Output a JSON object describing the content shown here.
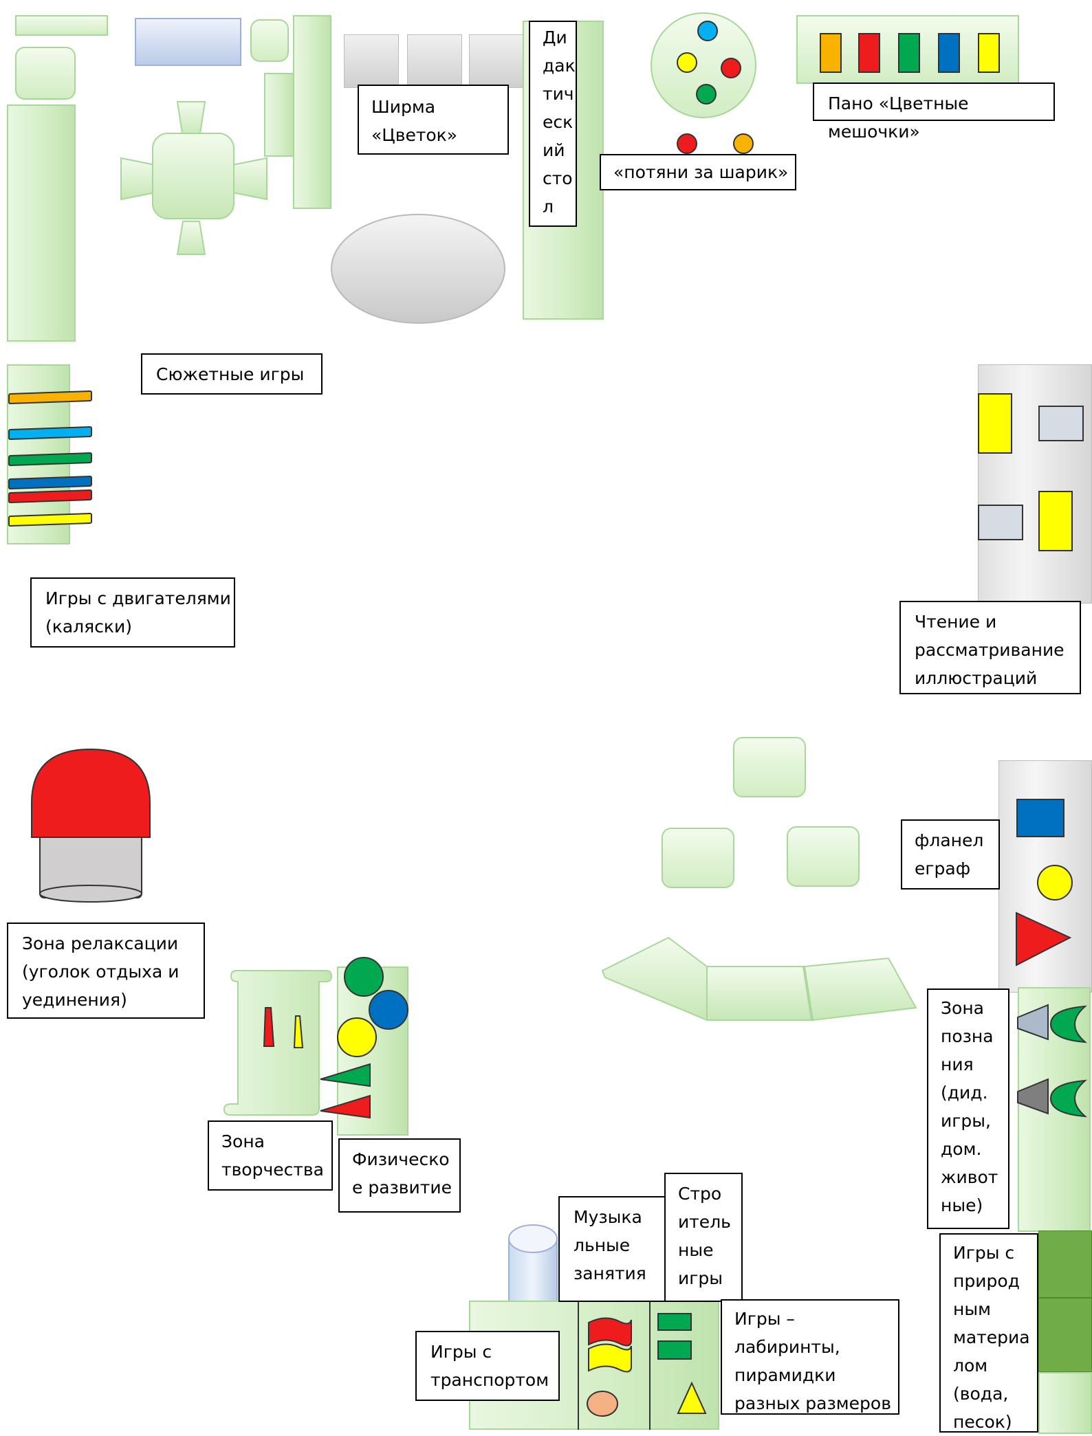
{
  "labels": {
    "shirma": "Ширма\n«Цветок»",
    "didactic_table": "Ди\nдак\nтич\nеск\nий\nсто\nл",
    "pull_ball": "«потяни за шарик»",
    "pano": "Пано «Цветные мешочки»",
    "plot_games": "Сюжетные игры",
    "motor_games": "Игры с двигателями\n(каляски)",
    "reading": "Чтение и\nрассматривание\nиллюстраций",
    "relaxation": "Зона релаксации\n(уголок отдыха и\nуединения)",
    "flannelgraph": "фланел\nеграф",
    "cognition": "Зона\nпозна\nния\n(дид.\nигры,\nдом.\nживот\nные)",
    "creativity": "Зона\nтворчества",
    "physical": "Физическо\nе развитие",
    "music": "Музыка\nльные\nзанятия",
    "construction": "Стро\nитель\nные\nигры",
    "transport": "Игры с\nтранспортом",
    "mazes": "Игры –\nлабиринты,\nпирамидки\nразных размеров",
    "natural": "Игры с\nприрод\nным\nматериа\nлом\n(вода,\nпесок)"
  },
  "colors": {
    "orange": "#f9b200",
    "red": "#ee1c1c",
    "green": "#00a94f",
    "blue": "#0070c0",
    "light_blue": "#00b0f0",
    "yellow": "#ffff00",
    "peach": "#f4b183",
    "gray_panel": "#d6dce4",
    "dark_green": "#70ad47"
  },
  "icons": {
    "tent": "dome-tent-icon",
    "flags": "flag-icon",
    "triangles": "triangle-icon"
  }
}
